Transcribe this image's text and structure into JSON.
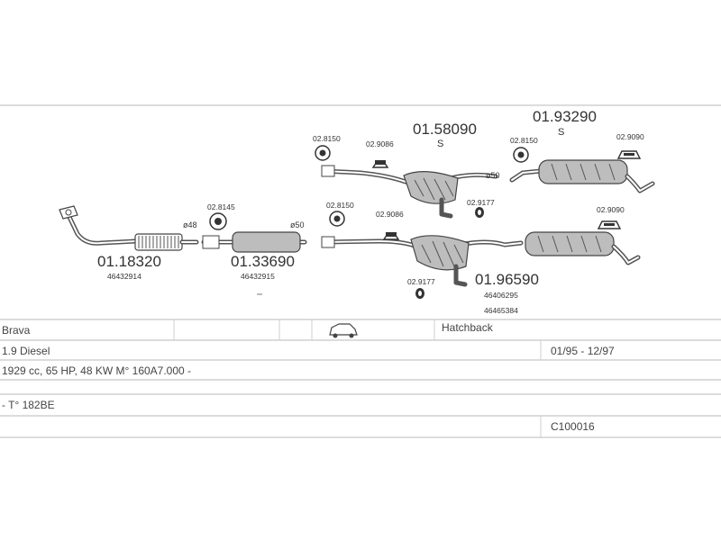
{
  "parts": {
    "front_pipe": {
      "number": "01.18320",
      "oem": "46432914"
    },
    "mid_pipe": {
      "number": "01.33690",
      "oem": "46432915"
    },
    "center_silencer_alt": {
      "number": "01.58090",
      "suffix": "S"
    },
    "rear_silencer_alt": {
      "number": "01.93290",
      "suffix": "S"
    },
    "main_assembly": {
      "number": "01.96590",
      "oem": [
        "46406295",
        "46465384"
      ]
    }
  },
  "fittings": {
    "f28145": "02.8145",
    "f28150_a": "02.8150",
    "f29086_a": "02.9086",
    "f28150_b": "02.8150",
    "f29090_a": "02.9090",
    "f29177_a": "02.9177",
    "f28150_c": "02.8150",
    "f29086_b": "02.9086",
    "f29090_b": "02.9090",
    "f29177_b": "02.9177"
  },
  "diameters": {
    "d48": "ø48",
    "d50_a": "ø50",
    "d50_b": "ø50"
  },
  "vehicle": {
    "model": "Brava",
    "body": "Hatchback",
    "engine": "1.9 Diesel",
    "years": "01/95 - 12/97",
    "spec": "1929 cc, 65 HP, 48 KW M° 160A7.000 -",
    "type": "- T° 182BE",
    "code": "C100016"
  },
  "icons": {
    "car": "car-icon"
  }
}
